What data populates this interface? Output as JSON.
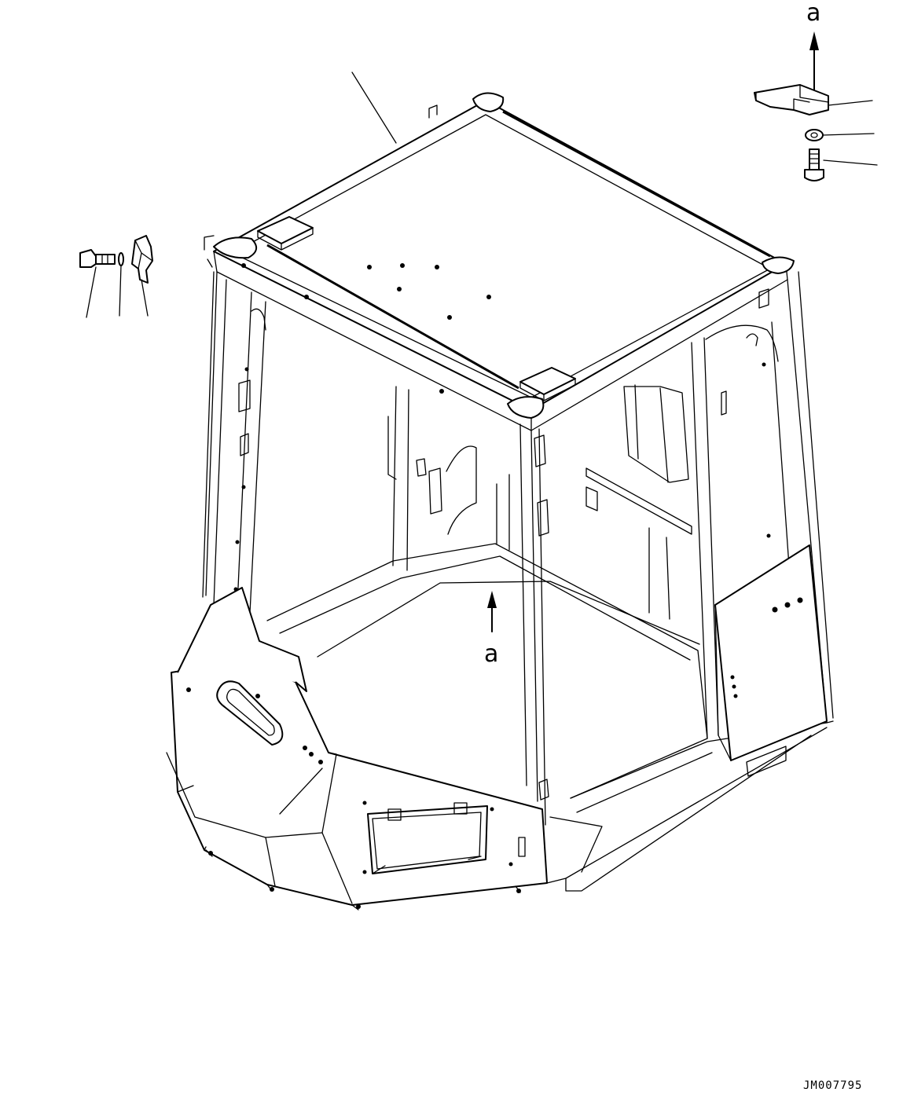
{
  "view_labels": {
    "detail_a_top": "a",
    "detail_a_inner": "a"
  },
  "drawing_code": "JM007795",
  "colors": {
    "line": "#000000",
    "background": "#ffffff"
  }
}
